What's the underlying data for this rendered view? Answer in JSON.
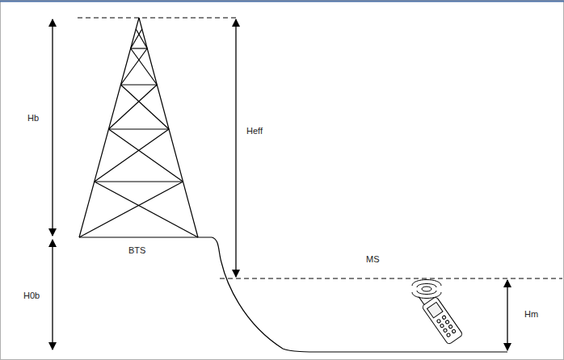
{
  "diagram": {
    "labels": [
      "Hb",
      "Heff",
      "BTS",
      "MS",
      "H0b",
      "Hm"
    ]
  }
}
